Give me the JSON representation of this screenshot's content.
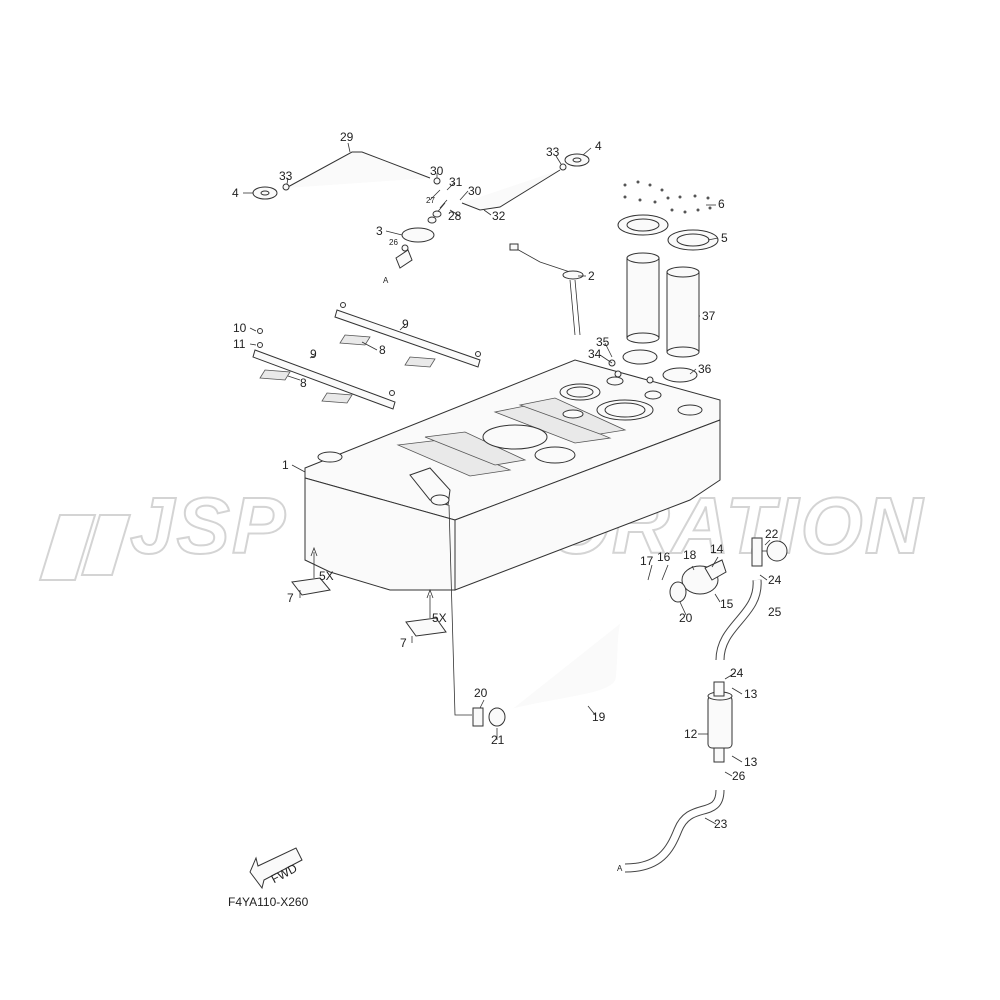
{
  "watermark": "JSP CORPORATION",
  "diagram_code": "F4YA110-X260",
  "fwd_label": "FWD",
  "qty_5x_a": "5X",
  "qty_5x_b": "5X",
  "conn_a_top": "A",
  "conn_a_bottom": "A",
  "callouts": {
    "c1": "1",
    "c2": "2",
    "c3": "3",
    "c4a": "4",
    "c4b": "4",
    "c5": "5",
    "c6": "6",
    "c7a": "7",
    "c7b": "7",
    "c8a": "8",
    "c8b": "8",
    "c9a": "9",
    "c9b": "9",
    "c10": "10",
    "c11": "11",
    "c12": "12",
    "c13a": "13",
    "c13b": "13",
    "c14": "14",
    "c15": "15",
    "c16": "16",
    "c17": "17",
    "c18": "18",
    "c19": "19",
    "c20a": "20",
    "c20b": "20",
    "c21": "21",
    "c22": "22",
    "c23": "23",
    "c24a": "24",
    "c24b": "24",
    "c25": "25",
    "c26a": "26",
    "c26b": "26",
    "c27": "27",
    "c28": "28",
    "c29": "29",
    "c30a": "30",
    "c30b": "30",
    "c31": "31",
    "c32": "32",
    "c33a": "33",
    "c33b": "33",
    "c34": "34",
    "c35": "35",
    "c36": "36",
    "c37": "37"
  },
  "colors": {
    "line": "#333333",
    "watermark": "#d4d4d4",
    "background": "#ffffff"
  }
}
